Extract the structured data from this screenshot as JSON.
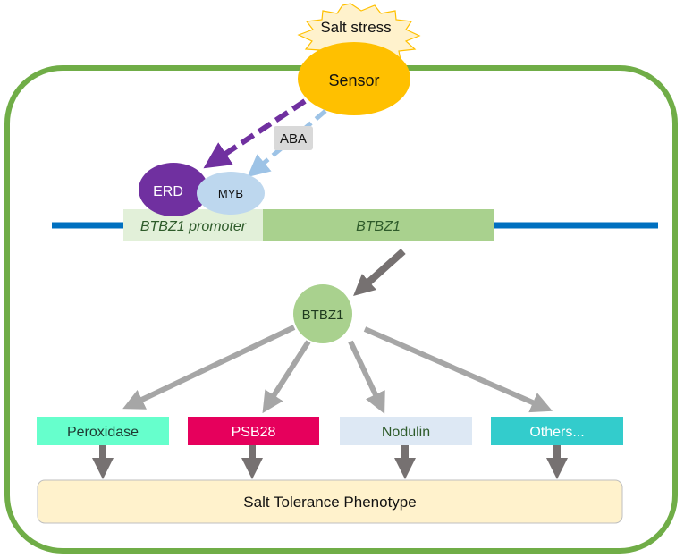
{
  "signal": {
    "label": "Salt stress"
  },
  "sensor": {
    "label": "Sensor"
  },
  "aba": {
    "label": "ABA"
  },
  "erd": {
    "label": "ERD"
  },
  "myb": {
    "label": "MYB"
  },
  "gene": {
    "promoter_label": "BTBZ1 promoter",
    "gene_label": "BTBZ1"
  },
  "protein": {
    "label": "BTBZ1"
  },
  "targets": [
    {
      "label": "Peroxidase",
      "fill": "#66FFCC",
      "text_color": "#1f3b33"
    },
    {
      "label": "PSB28",
      "fill": "#E6005C",
      "text_color": "#ffffff"
    },
    {
      "label": "Nodulin",
      "fill": "#DDE8F4",
      "text_color": "#2e5b2a"
    },
    {
      "label": "Others...",
      "fill": "#33CCCC",
      "text_color": "#ffffff"
    }
  ],
  "phenotype": {
    "label": "Salt Tolerance Phenotype"
  },
  "colors": {
    "cell_border": "#70AD47",
    "sensor": "#FFC000",
    "burst": "#FFF2CC",
    "erd": "#7030A0",
    "myb": "#BDD7EE",
    "dna_line": "#0070C0",
    "promoter": "#E2F0D9",
    "gene": "#A9D18E",
    "protein": "#A9D18E",
    "grey_arrow": "#A6A6A6",
    "dark_arrow": "#767171",
    "phenotype": "#FFF2CC"
  }
}
